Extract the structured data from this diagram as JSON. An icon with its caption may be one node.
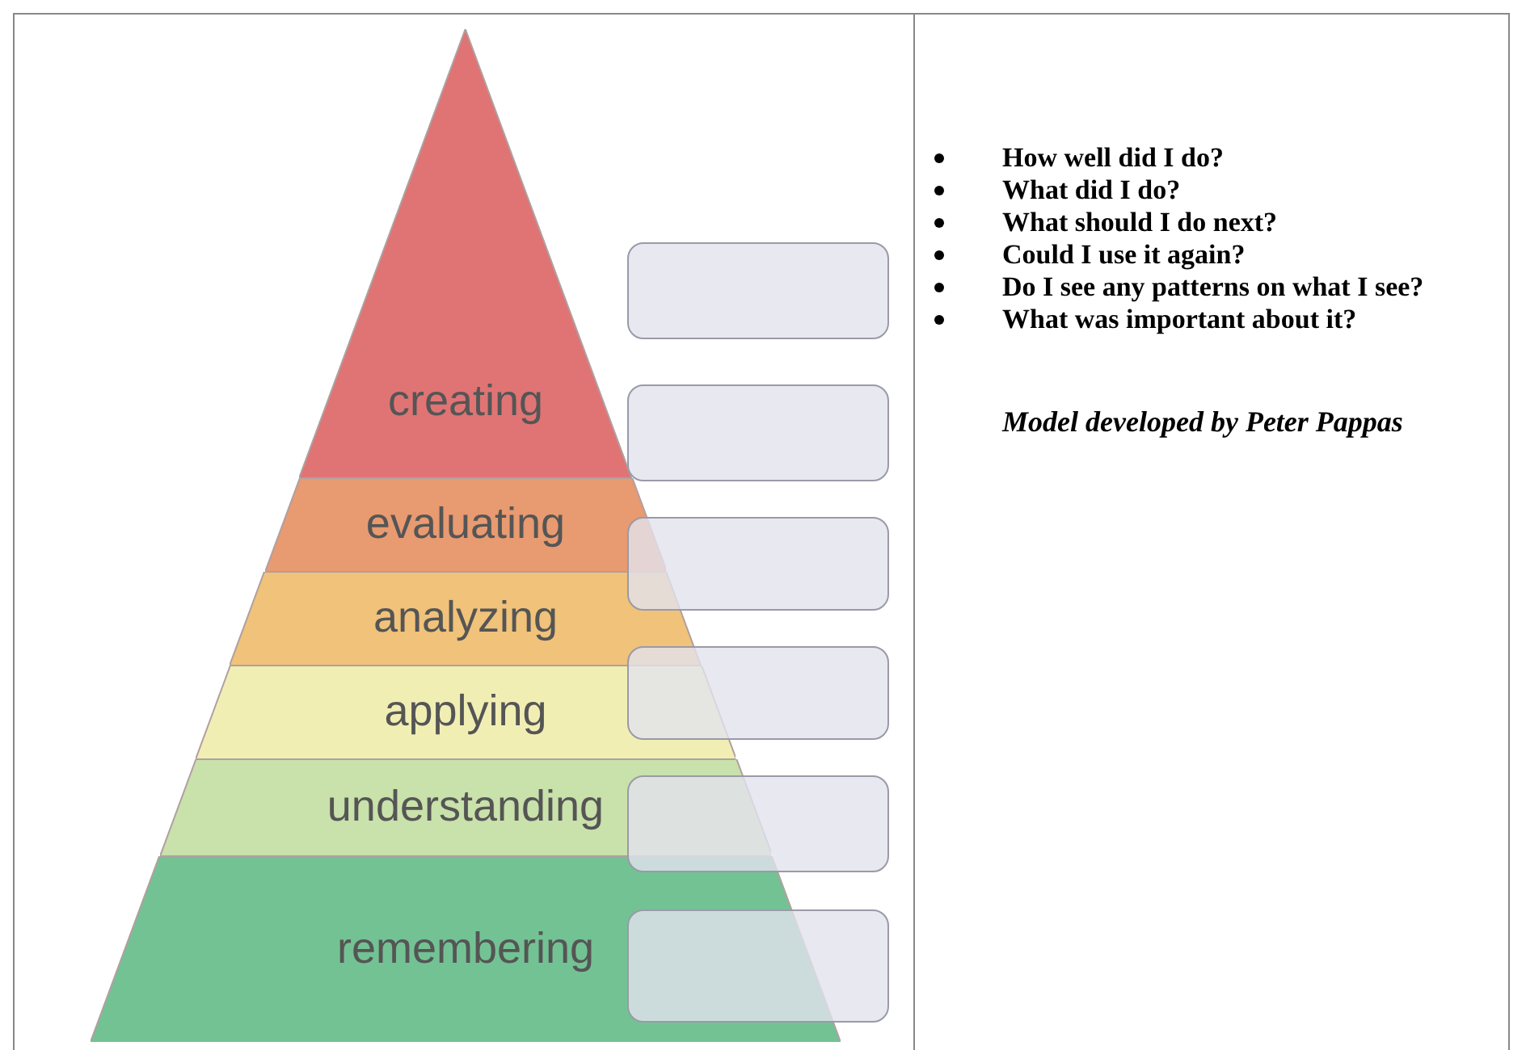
{
  "diagram": {
    "nodes": [
      {
        "text": [
          "creating"
        ]
      },
      {
        "text": [
          "evaluating"
        ]
      },
      {
        "text": [
          "analyzing"
        ]
      },
      {
        "text": [
          "applying"
        ]
      },
      {
        "text": [
          "understanding"
        ]
      },
      {
        "text": [
          "remembering"
        ]
      },
      {
        "text": [],
        "shape": "box"
      },
      {
        "text": [],
        "shape": "box"
      },
      {
        "text": [],
        "shape": "box"
      },
      {
        "text": [],
        "shape": "box"
      },
      {
        "text": [],
        "shape": "box"
      },
      {
        "text": [],
        "shape": "box"
      }
    ],
    "edges": [],
    "labels": [
      "How well did I do?",
      "What did I do?",
      "What should I do next?",
      "Could I use it again?",
      "Do I see any patterns on what I see?",
      "What was important about it?",
      "Model developed by Peter Pappas"
    ]
  }
}
